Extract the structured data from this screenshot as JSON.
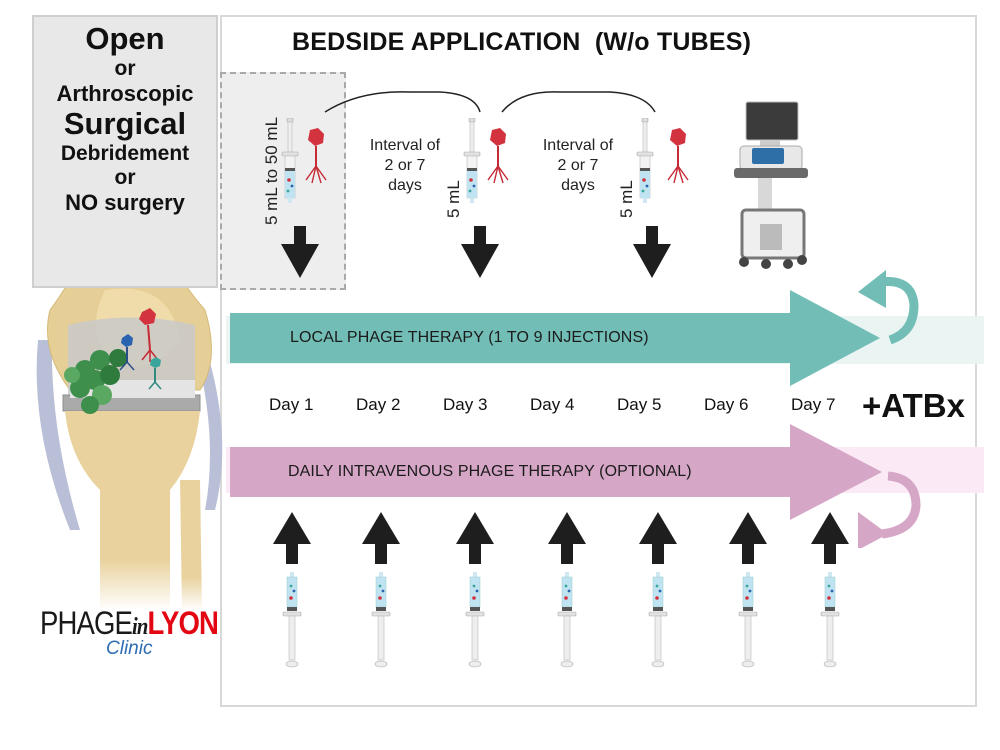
{
  "surgery_box": {
    "lines": [
      "Open",
      "or",
      "Arthroscopic",
      "Surgical",
      "Debridement",
      "or",
      "NO surgery"
    ]
  },
  "title": "BEDSIDE APPLICATION  (W/o TUBES)",
  "local_doses": [
    {
      "volume": "5 mL to 50 mL"
    },
    {
      "volume": "5 mL"
    },
    {
      "volume": "5 mL"
    }
  ],
  "intervals": [
    {
      "lines": [
        "Interval of",
        "2 or 7",
        "days"
      ]
    },
    {
      "lines": [
        "Interval of",
        "2 or 7",
        "days"
      ]
    }
  ],
  "bands": {
    "local": {
      "label": "LOCAL PHAGE THERAPY (1 TO 9 INJECTIONS)",
      "color": "#72bdb6",
      "bg": "#eaf5f3"
    },
    "iv": {
      "label": "DAILY INTRAVENOUS PHAGE THERAPY (OPTIONAL)",
      "color": "#d6a6c6",
      "bg": "#fbeaf5"
    }
  },
  "days": [
    "Day 1",
    "Day 2",
    "Day 3",
    "Day 4",
    "Day 5",
    "Day 6",
    "Day 7"
  ],
  "atbx": "+ATBx",
  "logo": {
    "phage": "PHAGE",
    "in": "in",
    "lyon": "LYON",
    "clinic": "Clinic",
    "lyon_color": "#e30613",
    "clinic_color": "#2e6db4"
  },
  "icons": {
    "syringe": "syringe-icon",
    "phage": "bacteriophage-icon",
    "ultrasound": "ultrasound-machine-icon",
    "knee": "knee-prosthesis-icon",
    "repeat": "repeat-arrow-icon"
  }
}
